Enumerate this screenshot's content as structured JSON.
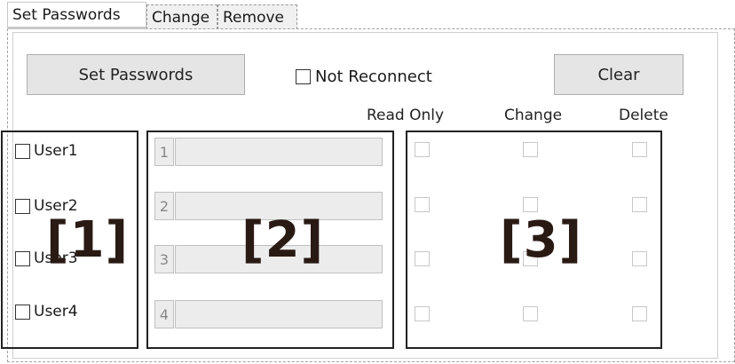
{
  "tabs": [
    "Set Passwords",
    "Change",
    "Remove"
  ],
  "buttons": {
    "set_passwords": "Set Passwords",
    "clear": "Clear"
  },
  "not_reconnect": {
    "label": "Not Reconnect",
    "checked": false
  },
  "columns": {
    "read_only": "Read Only",
    "change": "Change",
    "delete": "Delete"
  },
  "users": [
    {
      "label": "User1",
      "checked": false
    },
    {
      "label": "User2",
      "checked": false
    },
    {
      "label": "User3",
      "checked": false
    },
    {
      "label": "User4",
      "checked": false
    }
  ],
  "password_fields": [
    {
      "number": "1",
      "value": ""
    },
    {
      "number": "2",
      "value": ""
    },
    {
      "number": "3",
      "value": ""
    },
    {
      "number": "4",
      "value": ""
    }
  ],
  "permissions": [
    {
      "read_only": false,
      "change": false,
      "delete": false
    },
    {
      "read_only": false,
      "change": false,
      "delete": false
    },
    {
      "read_only": false,
      "change": false,
      "delete": false
    },
    {
      "read_only": false,
      "change": false,
      "delete": false
    }
  ],
  "markers": [
    "[1]",
    "[2]",
    "[3]"
  ]
}
